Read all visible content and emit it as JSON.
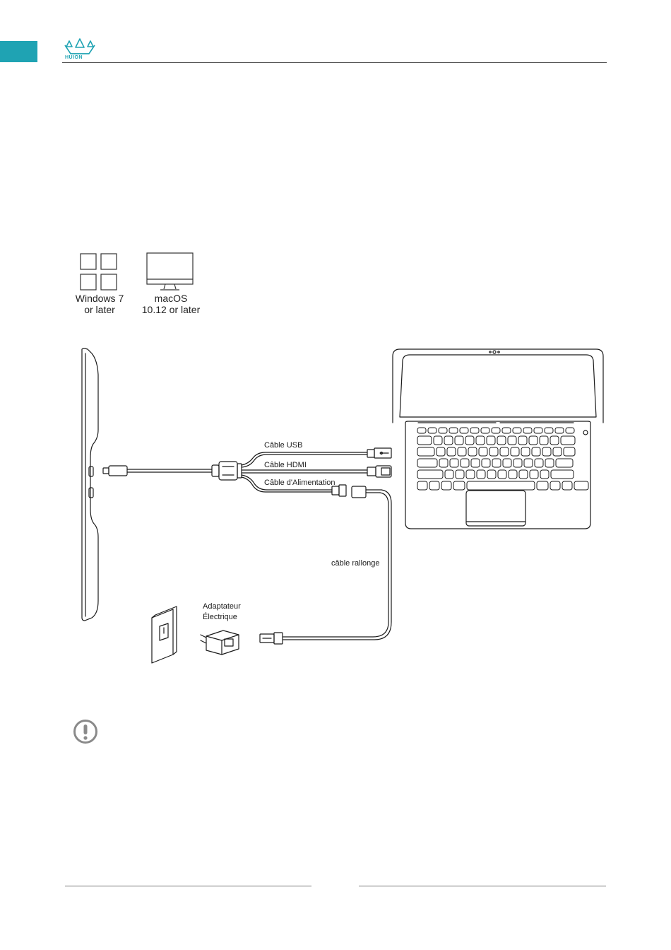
{
  "header": {
    "brand": "HUION"
  },
  "os_requirements": [
    {
      "line1": "Windows 7",
      "line2": "or later"
    },
    {
      "line1": "macOS",
      "line2": "10.12 or later"
    }
  ],
  "cables": {
    "usb": "Câble USB",
    "hdmi": "Câble HDMI",
    "power": "Câble d'Alimentation",
    "extension": "câble rallonge",
    "adapter_line1": "Adaptateur",
    "adapter_line2": "Électrique"
  },
  "colors": {
    "accent": "#1fa3b3",
    "line": "#1a1a1a",
    "icon_gray": "#8a8a8a"
  }
}
